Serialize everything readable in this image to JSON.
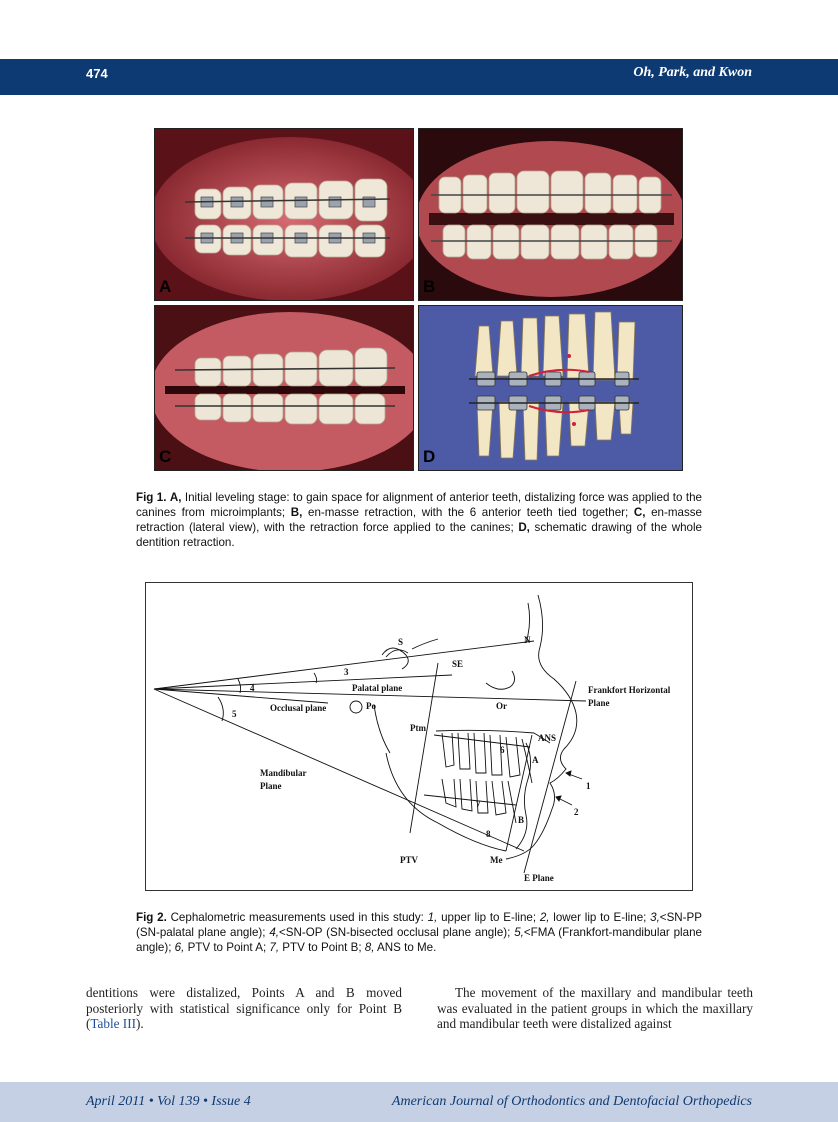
{
  "header": {
    "page_number": "474",
    "running_head": "Oh, Park, and Kwon",
    "bar_color": "#0e3a73"
  },
  "figure1": {
    "panels": [
      {
        "letter": "A"
      },
      {
        "letter": "B"
      },
      {
        "letter": "C"
      },
      {
        "letter": "D"
      }
    ],
    "caption": {
      "label": "Fig 1.",
      "a_letter": "A,",
      "a_text": " Initial leveling stage: to gain space for alignment of anterior teeth, distalizing force was applied to the canines from microimplants; ",
      "b_letter": "B,",
      "b_text": " en-masse retraction, with the 6 anterior teeth tied together; ",
      "c_letter": "C,",
      "c_text": " en-masse retraction (lateral view), with the retraction force applied to the canines; ",
      "d_letter": "D,",
      "d_text": " schematic drawing of the whole dentition retraction."
    }
  },
  "figure2": {
    "labels": {
      "S": "S",
      "N": "N",
      "SE": "SE",
      "Or": "Or",
      "Po": "Po",
      "Ptm": "Ptm",
      "ANS": "ANS",
      "A": "A",
      "B": "B",
      "Me": "Me",
      "PTV": "PTV",
      "E_plane": "E Plane",
      "palatal_plane": "Palatal plane",
      "occlusal_plane": "Occlusal plane",
      "mandibular_plane_1": "Mandibular",
      "mandibular_plane_2": "Plane",
      "frankfort_1": "Frankfort Horizontal",
      "frankfort_2": "Plane",
      "n1": "1",
      "n2": "2",
      "n3": "3",
      "n4": "4",
      "n5": "5",
      "n6": "6",
      "n7": "7",
      "n8": "8"
    },
    "caption": {
      "label": "Fig 2.",
      "t1": " Cephalometric measurements used in this study: ",
      "i1": "1,",
      "t2": " upper lip to E-line; ",
      "i2": "2,",
      "t3": " lower lip to E-line; ",
      "i3": "3,",
      "t4": "<SN-PP (SN-palatal plane angle); ",
      "i4": "4,",
      "t5": "<SN-OP (SN-bisected occlusal plane angle); ",
      "i5": "5,",
      "t6": "<FMA (Frankfort-mandibular plane angle); ",
      "i6": "6,",
      "t7": " PTV to Point A; ",
      "i7": "7,",
      "t8": " PTV to Point B; ",
      "i8": "8,",
      "t9": " ANS to Me."
    }
  },
  "body": {
    "left_before": "dentitions were distalized, Points A and B moved posteriorly with statistical significance only for Point B (",
    "left_link": "Table III",
    "left_after": ").",
    "right": "The movement of the maxillary and mandibular teeth was evaluated in the patient groups in which the maxillary and mandibular teeth were distalized against"
  },
  "footer": {
    "issue": "April 2011 • Vol 139 • Issue 4",
    "journal": "American Journal of Orthodontics and Dentofacial Orthopedics",
    "bar_color": "#c5d0e4",
    "text_color": "#0e3a73"
  }
}
